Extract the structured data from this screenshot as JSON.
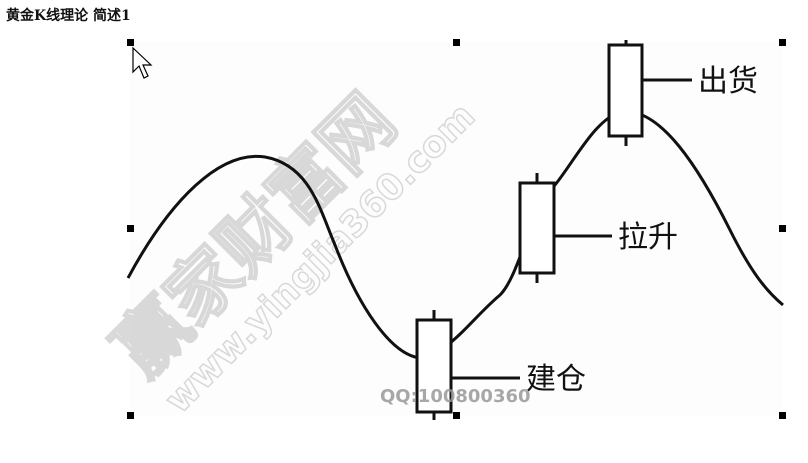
{
  "title": "黄金K线理论  简述1",
  "diagram": {
    "labels": [
      "建仓",
      "拉升",
      "出货"
    ],
    "watermark": {
      "main": "赢家财富网",
      "url": "www.yingjia360.com",
      "qq": "QQ:100800360"
    }
  },
  "icons": [
    "mouse-pointer-icon",
    "selection-handle"
  ]
}
